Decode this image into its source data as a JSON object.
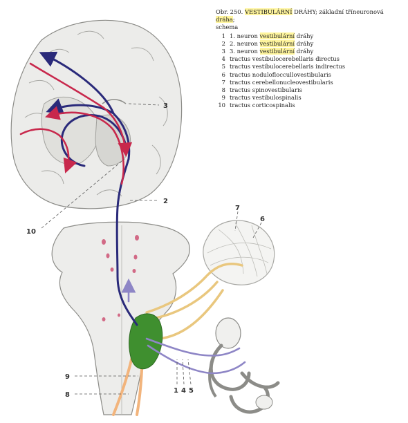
{
  "legend": {
    "title_prefix": "Obr. 250.",
    "title_highlight": "VESTIBULÁRNÍ",
    "title_middle": " DRÁHY; základní tříneuronová ",
    "title_highlight2": "dráha",
    "title_suffix": ";",
    "subtitle": "schema",
    "items": [
      {
        "num": "1",
        "pre": "1. neuron ",
        "hl": "vestibulární",
        "post": " dráhy"
      },
      {
        "num": "2",
        "pre": "2. neuron ",
        "hl": "vestibulární",
        "post": " dráhy"
      },
      {
        "num": "3",
        "pre": "3. neuron ",
        "hl": "vestibulární",
        "post": " dráhy"
      },
      {
        "num": "4",
        "pre": "tractus vestibulocerebellaris directus",
        "hl": "",
        "post": ""
      },
      {
        "num": "5",
        "pre": "tractus vestibulocerebellaris indirectus",
        "hl": "",
        "post": ""
      },
      {
        "num": "6",
        "pre": "tractus nodulofloccullovestibularis",
        "hl": "",
        "post": ""
      },
      {
        "num": "7",
        "pre": "tractus cerebellonucleovestibularis",
        "hl": "",
        "post": ""
      },
      {
        "num": "8",
        "pre": "tractus spinovestibularis",
        "hl": "",
        "post": ""
      },
      {
        "num": "9",
        "pre": "tractus vestibulospinalis",
        "hl": "",
        "post": ""
      },
      {
        "num": "10",
        "pre": "tractus corticospinalis",
        "hl": "",
        "post": ""
      }
    ]
  },
  "callouts": {
    "c1": "1",
    "c2": "2",
    "c3": "3",
    "c4": "4",
    "c5": "5",
    "c6": "6",
    "c7": "7",
    "c8": "8",
    "c9": "9",
    "c10": "10"
  },
  "colors": {
    "brain": "#ececea",
    "brain_stroke": "#8c8c88",
    "neuron_navy": "#2a2a7a",
    "neuron_red": "#c8284c",
    "neuron_violet": "#8e86c6",
    "tract_yellow": "#e9c77e",
    "tract_orange": "#f2b47c",
    "nucleus_green": "#3f8f2f",
    "highlight": "#fff59d"
  }
}
